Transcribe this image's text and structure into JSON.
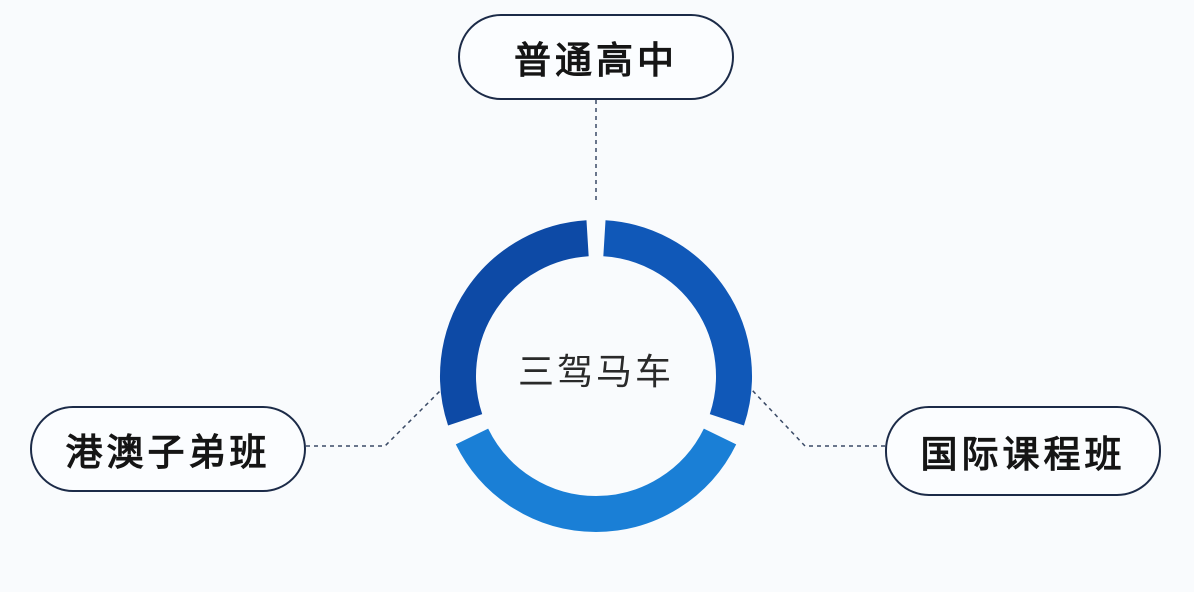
{
  "center_label": "三驾马车",
  "nodes": {
    "top": "普通高中",
    "left": "港澳子弟班",
    "right": "国际课程班"
  },
  "colors": {
    "segment_top_left": "#0d4aa6",
    "segment_right": "#1058b8",
    "segment_bottom": "#1a7fd6",
    "border": "#1c2b48",
    "connector": "#3a4a66"
  }
}
